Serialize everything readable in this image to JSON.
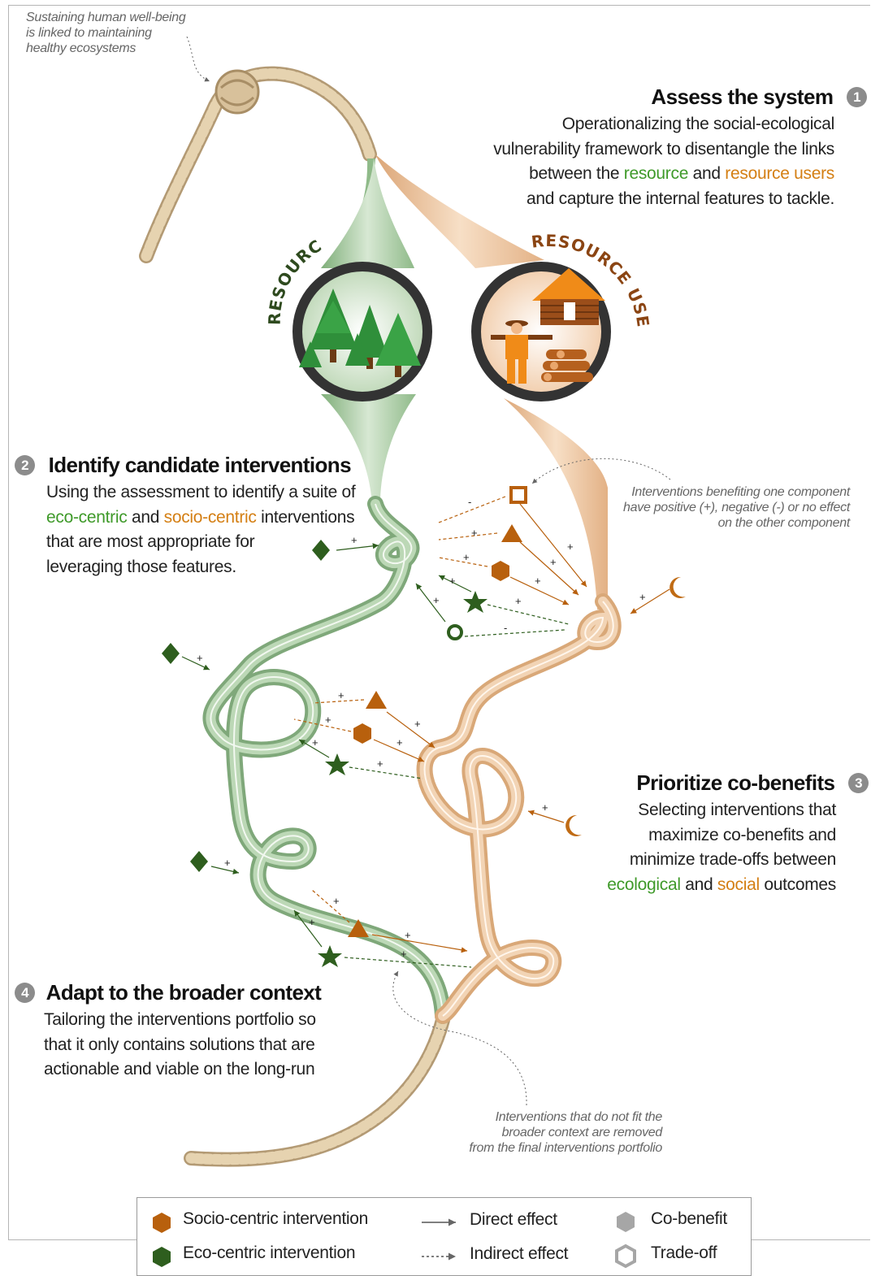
{
  "notes": {
    "top_left": [
      "Sustaining human well-being",
      "is linked to maintaining",
      "healthy ecosystems"
    ],
    "interventions_component": [
      "Interventions benefiting one component",
      "have positive (+), negative (-) or no effect",
      "on the other component"
    ],
    "context_removed": [
      "Interventions that do not fit the",
      "broader context are removed",
      "from the final interventions portfolio"
    ]
  },
  "steps": {
    "assess": {
      "number": "1",
      "title": "Assess the system",
      "line1": "Operationalizing the social-ecological",
      "line2": "vulnerability framework to disentangle the links",
      "line3_pre": "between the ",
      "line3_resource": "resource",
      "line3_mid": " and ",
      "line3_users": "resource users",
      "line4": "and capture the internal features to tackle."
    },
    "identify": {
      "number": "2",
      "title": "Identify candidate interventions",
      "line1": "Using the assessment to identify a suite of",
      "line2_eco": "eco-centric",
      "line2_mid": " and ",
      "line2_socio": "socio-centric",
      "line2_post": " interventions",
      "line3": "that are most appropriate for",
      "line4": "leveraging those features."
    },
    "prioritize": {
      "number": "3",
      "title": "Prioritize co-benefits",
      "line1": "Selecting interventions that",
      "line2": "maximize co-benefits and",
      "line3": "minimize trade-offs between",
      "line4_eco": "ecological",
      "line4_mid": " and ",
      "line4_social": "social",
      "line4_post": " outcomes"
    },
    "adapt": {
      "number": "4",
      "title": "Adapt to the broader context",
      "line1": "Tailoring the interventions portfolio so",
      "line2": "that it only contains solutions that are",
      "line3": "actionable and viable on the long-run"
    }
  },
  "circles": {
    "resource_label": "RESOURCE",
    "users_label": "RESOURCE USERS"
  },
  "signs": {
    "plus": "+",
    "minus": "-"
  },
  "legend": {
    "socio": "Socio-centric intervention",
    "eco": "Eco-centric intervention",
    "direct": "Direct effect",
    "indirect": "Indirect effect",
    "cobenefit": "Co-benefit",
    "tradeoff": "Trade-off"
  },
  "colors": {
    "eco_green": "#2e5e1e",
    "socio_orange": "#b8600d",
    "rope_green": "#9ec39a",
    "rope_orange": "#e6bb90",
    "rope_beige": "#d8c19b",
    "text_green": "#3f9a2a",
    "text_orange": "#d47f14",
    "step_number_grey": "#8c8c8c"
  }
}
